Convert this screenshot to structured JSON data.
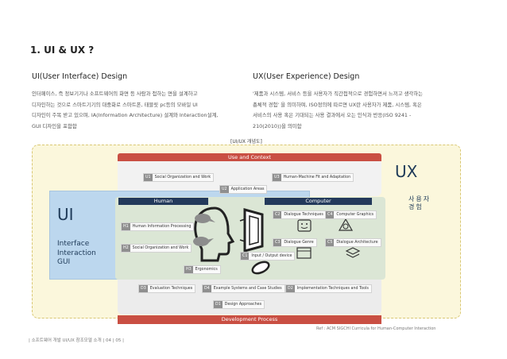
{
  "section_title": "1. UI & UX ?",
  "ui_column": {
    "title": "UI(User Interface) Design",
    "description": "인터페이스, 즉 정보기기나 소프트웨어의 화면 등 사람과 접하는 면을 설계하고\n디자인하는 것으로 스마트기기의 대중화로 스마트폰, 태블릿 pc등의 모바일 UI\n디자인이 주목 받고 있으며, IA(Information Architecture) 설계와 Interaction설계,\nGUI 디자인을 포함함"
  },
  "ux_column": {
    "title": "UX(User Experience) Design",
    "description": "'제품과 시스템, 서비스 등을 사용자가 직간접적으로 경험하면서 느끼고 생각하는\n총체적 경험' 을 의미하며, ISO정의에 따르면 UX란 사용자가 제품, 시스템, 혹은\n서비스의 사용 혹은 기대되는 사용 결과에서 오는 인식과 반응(ISO 9241 -\n210(2010))을 의미함"
  },
  "diagram": {
    "caption": "[UI/UX 개념도]",
    "use_context": "Use and Context",
    "development": "Development Process",
    "human_header": "Human",
    "computer_header": "Computer",
    "ui_label": "UI",
    "ui_sub": "Interface\nInteraction\nGUI",
    "ux_label": "UX",
    "ux_hanja": "사용자 경험",
    "tags": {
      "u1": {
        "code": "U1",
        "label": "Social Organization and Work"
      },
      "u2": {
        "code": "U2",
        "label": "Application Areas"
      },
      "u3": {
        "code": "U3",
        "label": "Human-Machine Fit and Adaptation"
      },
      "h1": {
        "code": "H1",
        "label": "Human Information Processing"
      },
      "h2": {
        "code": "H2",
        "label": "Social Organization and Work"
      },
      "h3": {
        "code": "H3",
        "label": "Ergonomics"
      },
      "c1": {
        "code": "C1",
        "label": "Input / Output device"
      },
      "c2": {
        "code": "C2",
        "label": "Dialogue Techniques"
      },
      "c3": {
        "code": "C3",
        "label": "Dialogue Genre"
      },
      "c4": {
        "code": "C4",
        "label": "Computer Graphics"
      },
      "c5": {
        "code": "C5",
        "label": "Dialogue Architecture"
      },
      "d1": {
        "code": "D1",
        "label": "Design Approaches"
      },
      "d2": {
        "code": "D2",
        "label": "Implementation Techniques and Tools"
      },
      "d3": {
        "code": "D3",
        "label": "Evaluation Techniques"
      },
      "d4": {
        "code": "D4",
        "label": "Example Systems and Case Studies"
      }
    }
  },
  "reference_note": "Ref : ACM SIGCHI Curricula for Human-Computer Interaction",
  "footer": "|  소프트웨어 개발 UI/UX 참조모델 소개  |  04  |  05  |",
  "colors": {
    "red_bar": "#c94f43",
    "navy_bar": "#23395b",
    "ui_blue": "#bcd7ee",
    "ux_yellow": "#fbf7dc",
    "green_area": "#dbe6d5"
  }
}
